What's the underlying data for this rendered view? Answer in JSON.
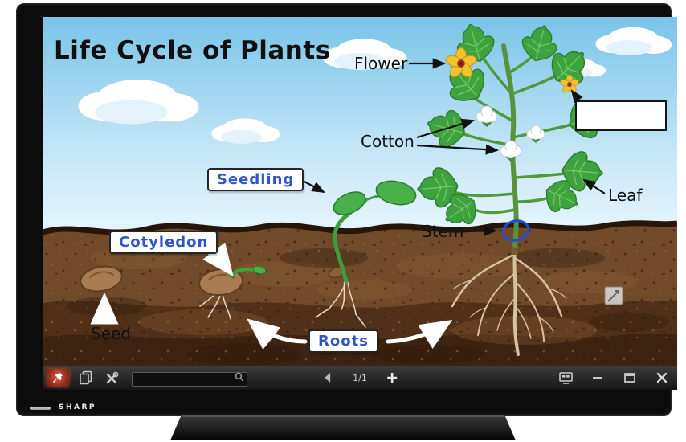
{
  "monitor": {
    "brand": "SHARP"
  },
  "diagram": {
    "title": "Life Cycle of Plants",
    "plant_labels": {
      "flower": "Flower",
      "cotton": "Cotton",
      "leaf": "Leaf",
      "stem": "Stem",
      "seed": "Seed"
    },
    "handwritten_labels": {
      "seedling": "Seedling",
      "cotyledon": "Cotyledon",
      "roots": "Roots"
    },
    "blank_label": "",
    "colors": {
      "handwriting_blue": "#2f55c6",
      "sky_top": "#79c4e8",
      "soil_brown": "#714a2a",
      "pin_active_red": "#a03022"
    }
  },
  "toolbar": {
    "page_indicator": "1/1",
    "search": {
      "value": "",
      "placeholder": ""
    },
    "icons": [
      "pin-tool",
      "duplicate-page",
      "tools",
      "search",
      "previous-page",
      "add-page",
      "display-connect",
      "minimize",
      "window-mode",
      "close"
    ]
  }
}
